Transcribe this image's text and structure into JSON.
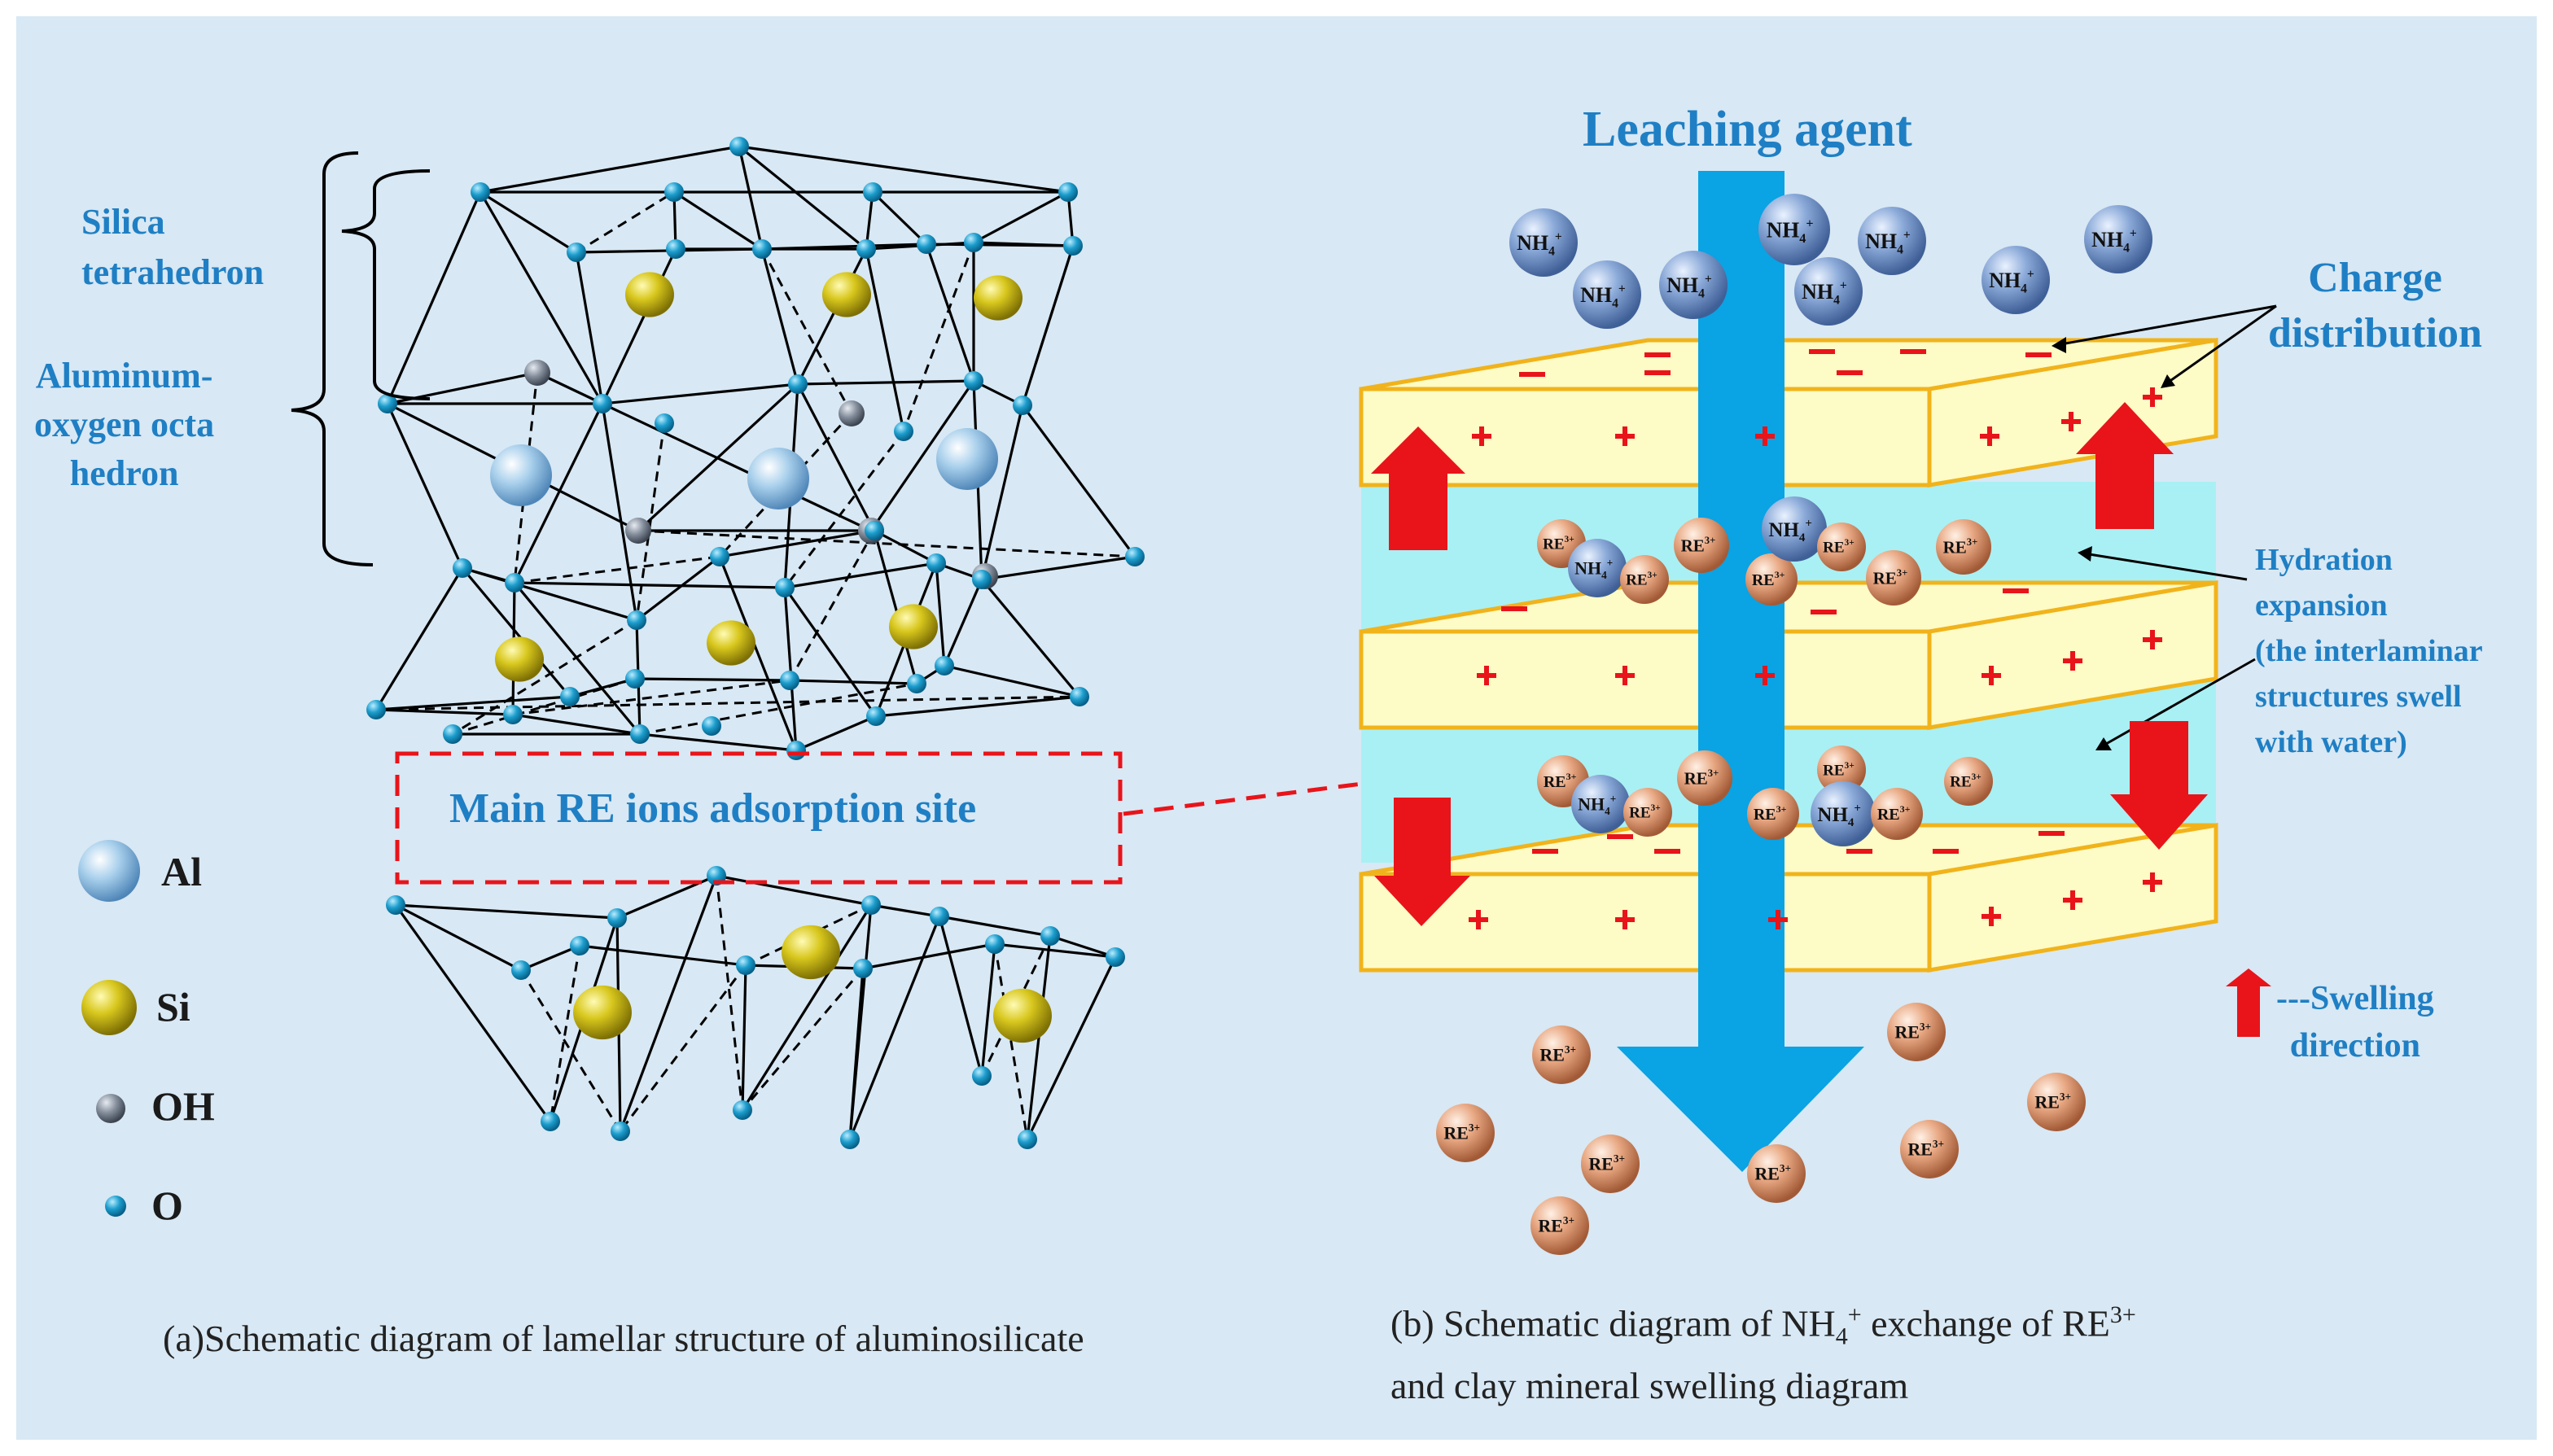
{
  "left_panel": {
    "labels": {
      "silica": "Silica\ntetrahedron",
      "aluminum": "Aluminum-\noxygen octa\nhedron"
    },
    "adsorption_box_label": "Main RE ions adsorption site",
    "legend": [
      {
        "symbol": "Al",
        "color": "#9cc8e8"
      },
      {
        "symbol": "Si",
        "color": "#d7c81c"
      },
      {
        "symbol": "OH",
        "color": "#7d8796"
      },
      {
        "symbol": "O",
        "color": "#1b9ac8"
      }
    ],
    "caption": "(a)Schematic diagram of lamellar structure of aluminosilicate"
  },
  "right_panel": {
    "title": "Leaching agent",
    "charge_distribution": "Charge\ndistribution",
    "hydration_expansion": "Hydration\nexpansion\n(the interlaminar\nstructures swell\nwith water)",
    "swelling_legend": "---Swelling\ndirection",
    "ion_labels": {
      "nh4": "NH",
      "nh4_sub": "4",
      "nh4_sup": "+",
      "re": "RE",
      "re_sup": "3+"
    },
    "caption_line1_parts": [
      "(b) Schematic diagram of NH",
      "4",
      "+",
      " exchange of RE",
      "3+"
    ],
    "caption_line2": "and clay mineral swelling diagram"
  },
  "colors": {
    "background": "#d8e8f4",
    "accent_blue": "#1f7fc4",
    "arrow_blue": "#0aa3e4",
    "layer_fill": "#fdfbc6",
    "layer_stroke": "#f1b31b",
    "interlayer": "#a9f0f4",
    "swell_arrow": "#e8141a",
    "charge": "#e8141a"
  }
}
